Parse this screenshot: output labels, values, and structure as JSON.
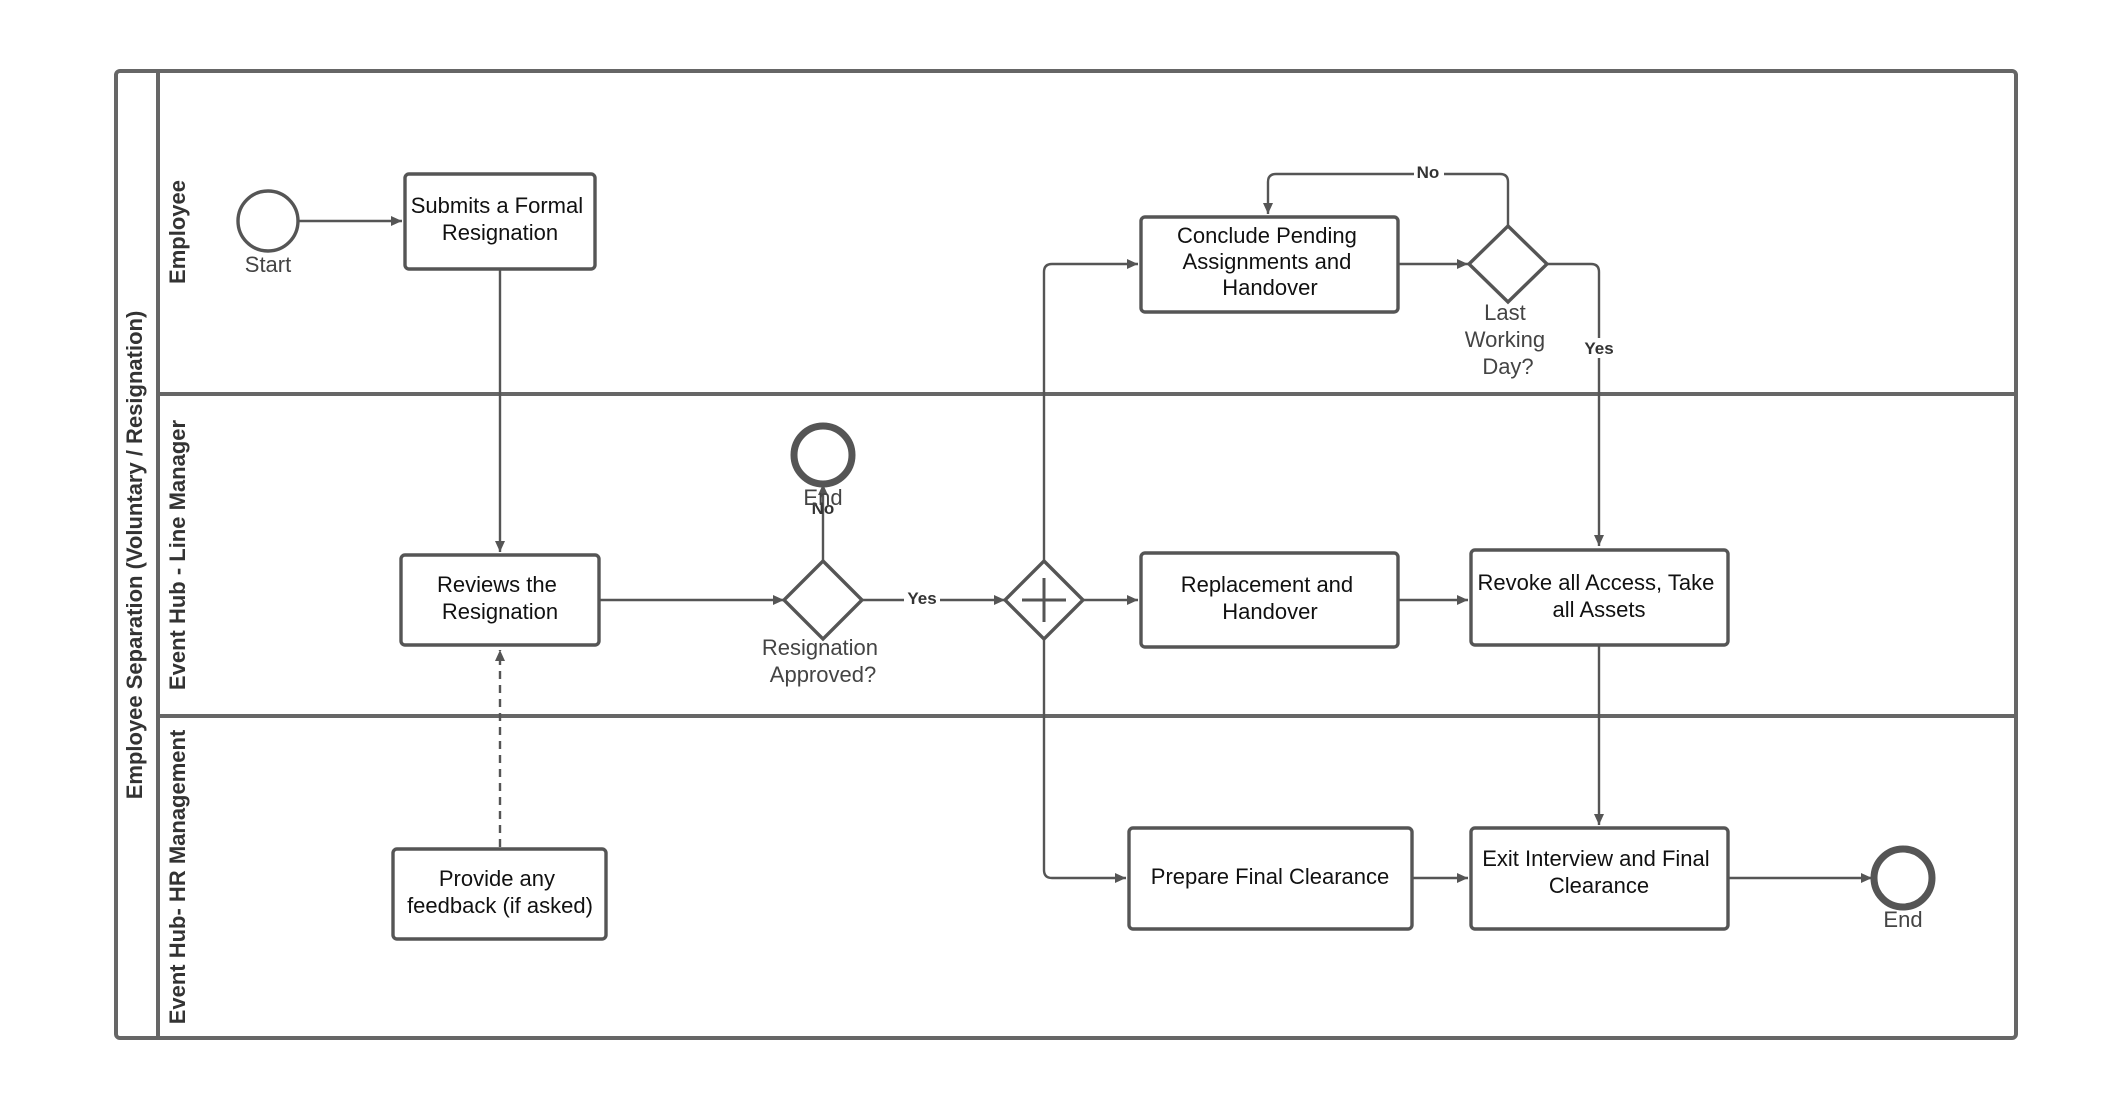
{
  "pool": {
    "title": "Employee Separation (Voluntary / Resignation)"
  },
  "lanes": {
    "employee": "Employee",
    "line_manager": "Event Hub - Line Manager",
    "hr_management": "Event Hub- HR Management"
  },
  "events": {
    "start": "Start",
    "end_rejected": "End",
    "end_final": "End"
  },
  "tasks": {
    "submit_resignation": [
      "Submits a Formal",
      "Resignation"
    ],
    "reviews_resignation": [
      "Reviews the",
      "Resignation"
    ],
    "provide_feedback": [
      "Provide any",
      "feedback (if asked)"
    ],
    "conclude_pending": [
      "Conclude Pending",
      "Assignments and",
      "Handover"
    ],
    "replacement_handover": [
      "Replacement and",
      "Handover"
    ],
    "prepare_clearance": [
      "Prepare Final Clearance"
    ],
    "revoke_access": [
      "Revoke all Access, Take",
      "all Assets"
    ],
    "exit_interview": [
      "Exit Interview and Final",
      "Clearance"
    ]
  },
  "gateways": {
    "resignation_approved": [
      "Resignation",
      "Approved?"
    ],
    "last_working_day": [
      "Last",
      "Working",
      "Day?"
    ]
  },
  "edge_labels": {
    "approved_yes": "Yes",
    "approved_no": "No",
    "last_day_yes": "Yes",
    "last_day_no": "No"
  }
}
